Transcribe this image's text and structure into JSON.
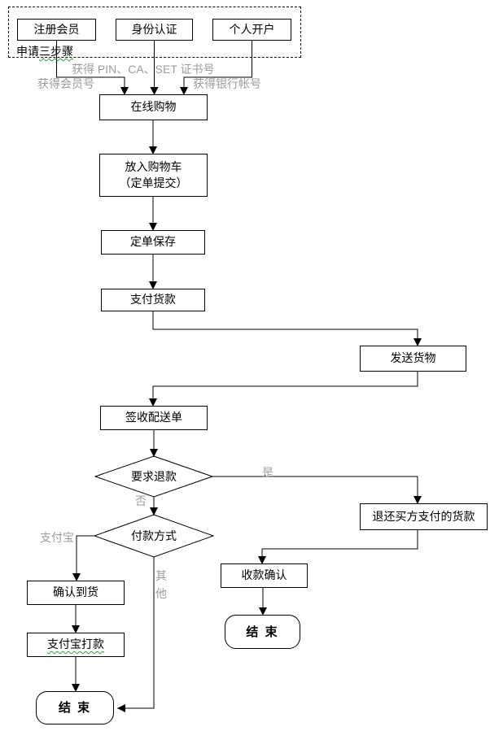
{
  "colors": {
    "line": "#000000",
    "box_border": "#000000",
    "background": "#ffffff",
    "edge_label_gray": "#9c9c9c",
    "squiggle_green": "#2e9e2e"
  },
  "group": {
    "label_prefix": "申请",
    "label_marked": "三步骤"
  },
  "nodes": {
    "register": "注册会员",
    "identity": "身份认证",
    "open_account": "个人开户",
    "online_shopping": "在线购物",
    "add_cart_line1": "放入购物车",
    "add_cart_line2": "（定单提交）",
    "save_order": "定单保存",
    "pay_goods": "支付货款",
    "send_goods": "发送货物",
    "sign_delivery": "签收配送单",
    "ask_refund": "要求退款",
    "refund_buyer": "退还买方支付的货款",
    "pay_method": "付款方式",
    "confirm_arrival": "确认到货",
    "alipay_payout": "支付宝打款",
    "end_left": "结 束",
    "confirm_collection": "收款确认",
    "end_right": "结 束"
  },
  "edge_labels": {
    "cert": "获得 PIN、CA、SET 证书号",
    "member_id": "获得会员号",
    "bank_account": "获得银行帐号",
    "yes": "是",
    "no": "否",
    "alipay": "支付宝",
    "other_top": "其",
    "other_bottom": "他"
  }
}
